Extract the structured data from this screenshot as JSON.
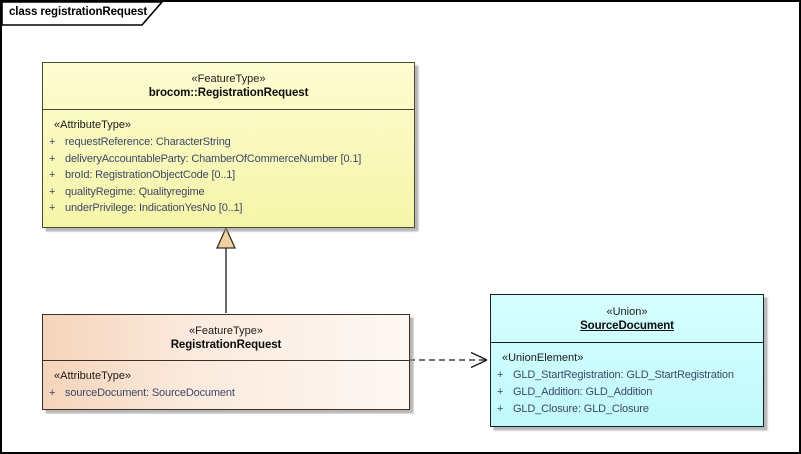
{
  "frame": {
    "label": "class registrationRequest"
  },
  "colors": {
    "parent_fill": "#f9f9bd",
    "child_fill_left": "#f5d4ba",
    "union_fill": "#c9fbfd",
    "attribute_text": "#3d4966",
    "generalization_arrowhead_fill": "#f0d2a2"
  },
  "classes": {
    "parent": {
      "stereotype": "«FeatureType»",
      "name": "brocom::RegistrationRequest",
      "section_label": "«AttributeType»",
      "attributes": [
        {
          "vis": "+",
          "text": "requestReference: CharacterString"
        },
        {
          "vis": "+",
          "text": "deliveryAccountableParty: ChamberOfCommerceNumber [0.1]"
        },
        {
          "vis": "+",
          "text": "broId: RegistrationObjectCode [0..1]"
        },
        {
          "vis": "+",
          "text": "qualityRegime: Qualityregime"
        },
        {
          "vis": "+",
          "text": "underPrivilege: IndicationYesNo [0..1]"
        }
      ]
    },
    "child": {
      "stereotype": "«FeatureType»",
      "name": "RegistrationRequest",
      "section_label": "«AttributeType»",
      "attributes": [
        {
          "vis": "+",
          "text": "sourceDocument: SourceDocument"
        }
      ]
    },
    "union": {
      "stereotype": "«Union»",
      "name": "SourceDocument",
      "section_label": "«UnionElement»",
      "attributes": [
        {
          "vis": "+",
          "text": "GLD_StartRegistration: GLD_StartRegistration"
        },
        {
          "vis": "+",
          "text": "GLD_Addition: GLD_Addition"
        },
        {
          "vis": "+",
          "text": "GLD_Closure: GLD_Closure"
        }
      ]
    }
  },
  "connectors": [
    {
      "type": "generalization",
      "from": "RegistrationRequest",
      "to": "brocom::RegistrationRequest"
    },
    {
      "type": "dependency",
      "from": "RegistrationRequest",
      "to": "SourceDocument"
    }
  ]
}
